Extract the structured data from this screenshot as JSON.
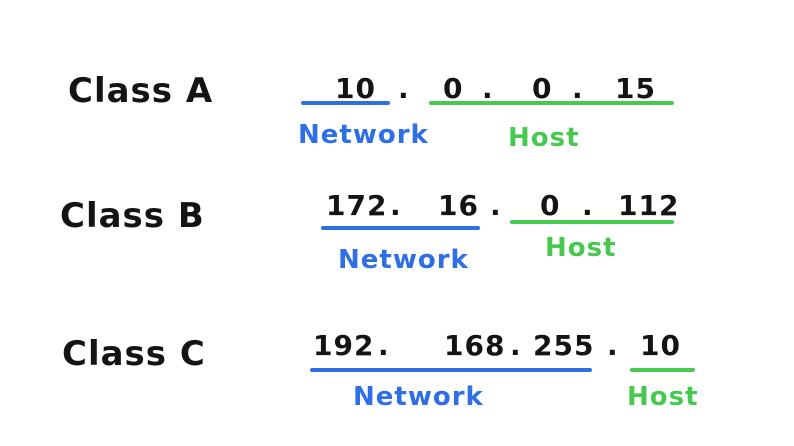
{
  "colors": {
    "ink": "#141414",
    "network": "#2f6fe6",
    "host": "#47c94f",
    "background": "#ffffff"
  },
  "rows": [
    {
      "class_label": "Class A",
      "octets": [
        "10",
        "0",
        "0",
        "15"
      ],
      "network_label": "Network",
      "host_label": "Host",
      "network_octets": 1
    },
    {
      "class_label": "Class B",
      "octets": [
        "172",
        "16",
        "0",
        "112"
      ],
      "network_label": "Network",
      "host_label": "Host",
      "network_octets": 2
    },
    {
      "class_label": "Class C",
      "octets": [
        "192",
        "168",
        "255",
        "10"
      ],
      "network_label": "Network",
      "host_label": "Host",
      "network_octets": 3
    }
  ]
}
